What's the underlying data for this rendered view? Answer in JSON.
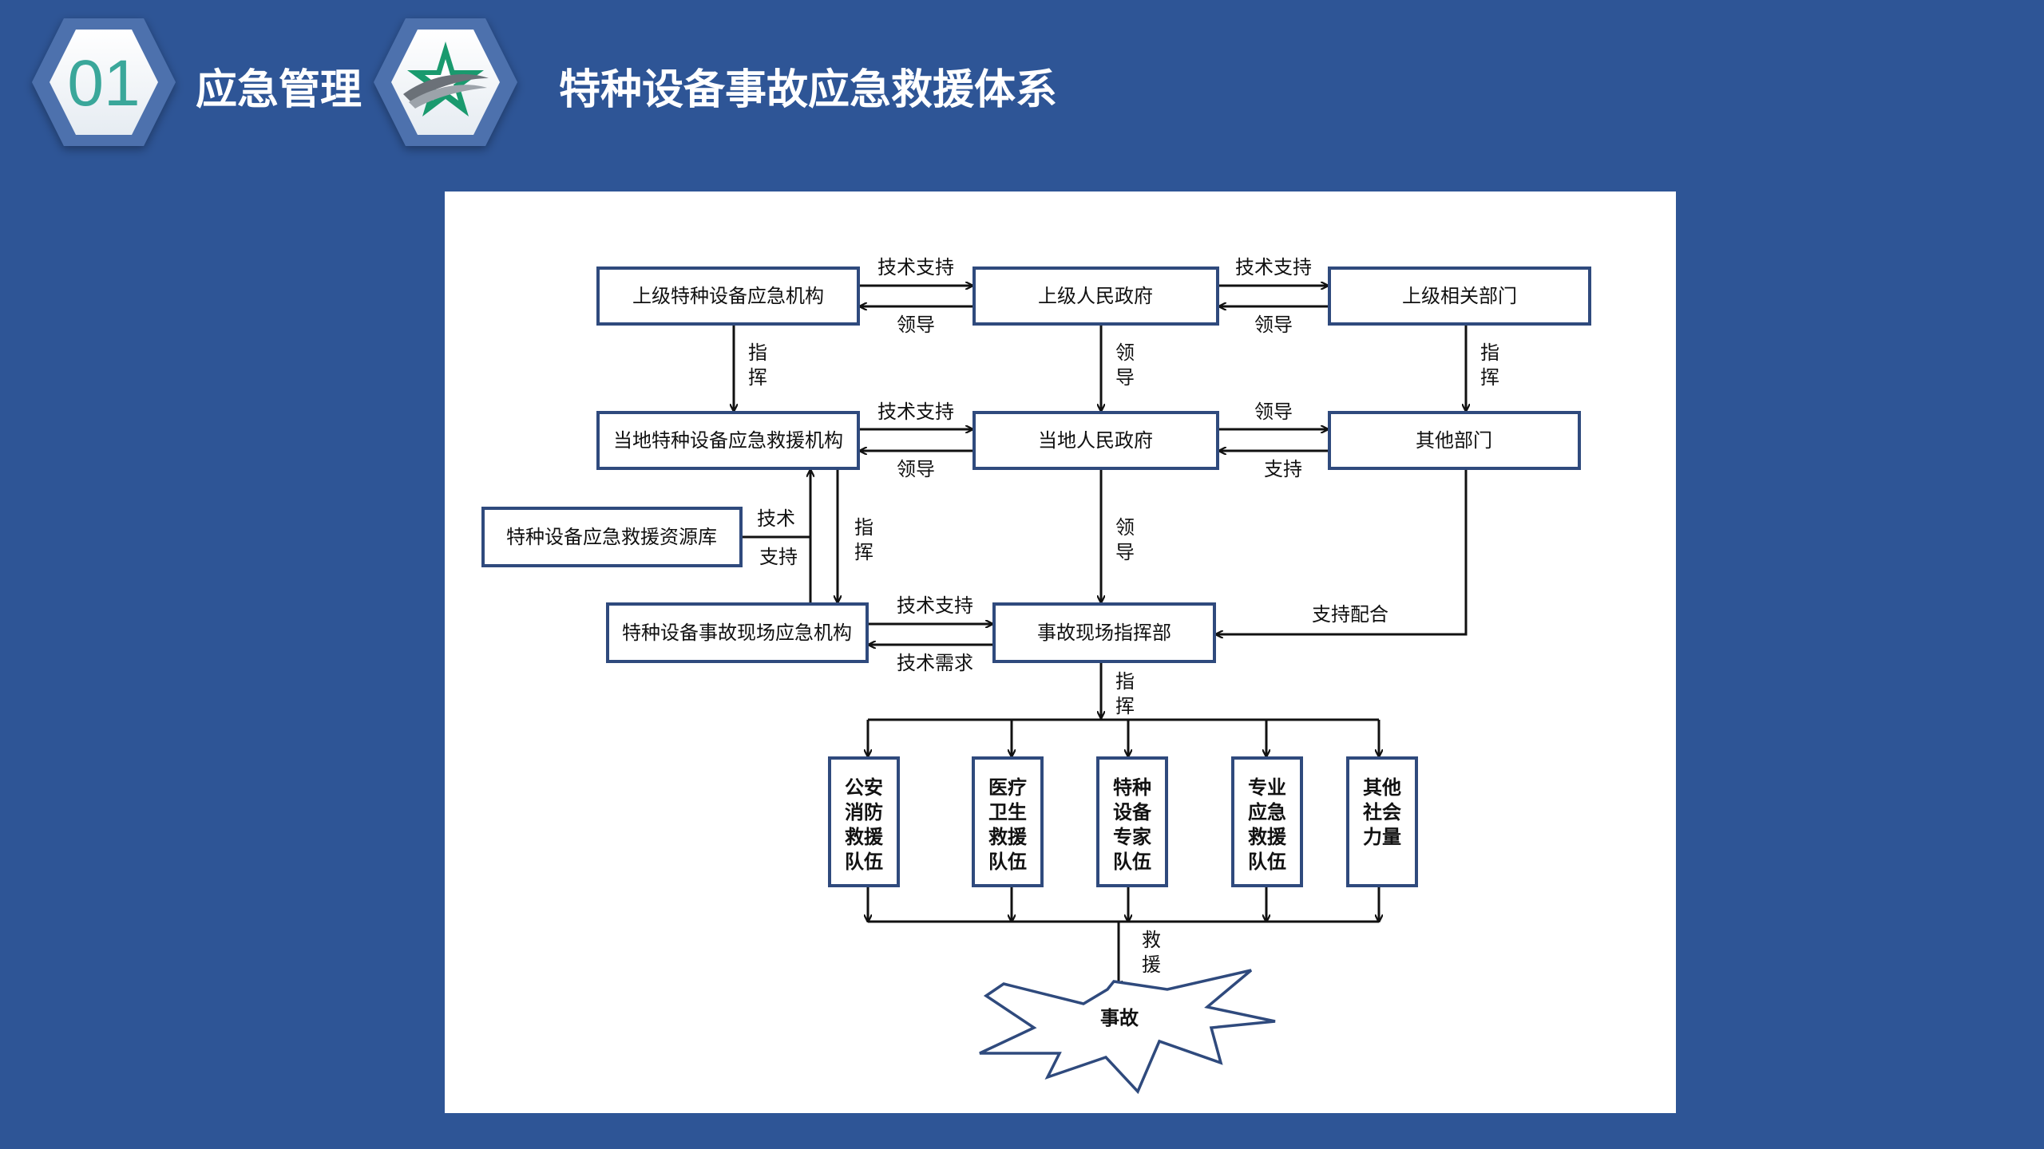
{
  "header": {
    "section_number": "01",
    "section_title": "应急管理",
    "slide_title": "特种设备事故应急救援体系",
    "colors": {
      "background": "#2e5596",
      "badge_text": "#3aa79a",
      "logo_green": "#1a9a6e"
    }
  },
  "diagram": {
    "boxes": {
      "upper_sp_agency": "上级特种设备应急机构",
      "upper_gov": "上级人民政府",
      "upper_dept": "上级相关部门",
      "local_sp_agency": "当地特种设备应急救援机构",
      "local_gov": "当地人民政府",
      "other_dept": "其他部门",
      "resource_db": "特种设备应急救援资源库",
      "site_agency": "特种设备事故现场应急机构",
      "site_command": "事故现场指挥部",
      "accident": "事故"
    },
    "teams": [
      {
        "lines": [
          "公安",
          "消防",
          "救援",
          "队伍"
        ]
      },
      {
        "lines": [
          "医疗",
          "卫生",
          "救援",
          "队伍"
        ]
      },
      {
        "lines": [
          "特种",
          "设备",
          "专家",
          "队伍"
        ]
      },
      {
        "lines": [
          "专业",
          "应急",
          "救援",
          "队伍"
        ]
      },
      {
        "lines": [
          "其他",
          "社会",
          "力量"
        ]
      }
    ],
    "labels": {
      "tech_support": "技术支持",
      "lead": "领导",
      "support": "支持",
      "tech": "技术",
      "tech_demand": "技术需求",
      "support_coop": "支持配合",
      "command_v": [
        "指",
        "挥"
      ],
      "lead_v": [
        "领",
        "导"
      ],
      "rescue_v": [
        "救",
        "援"
      ]
    }
  }
}
